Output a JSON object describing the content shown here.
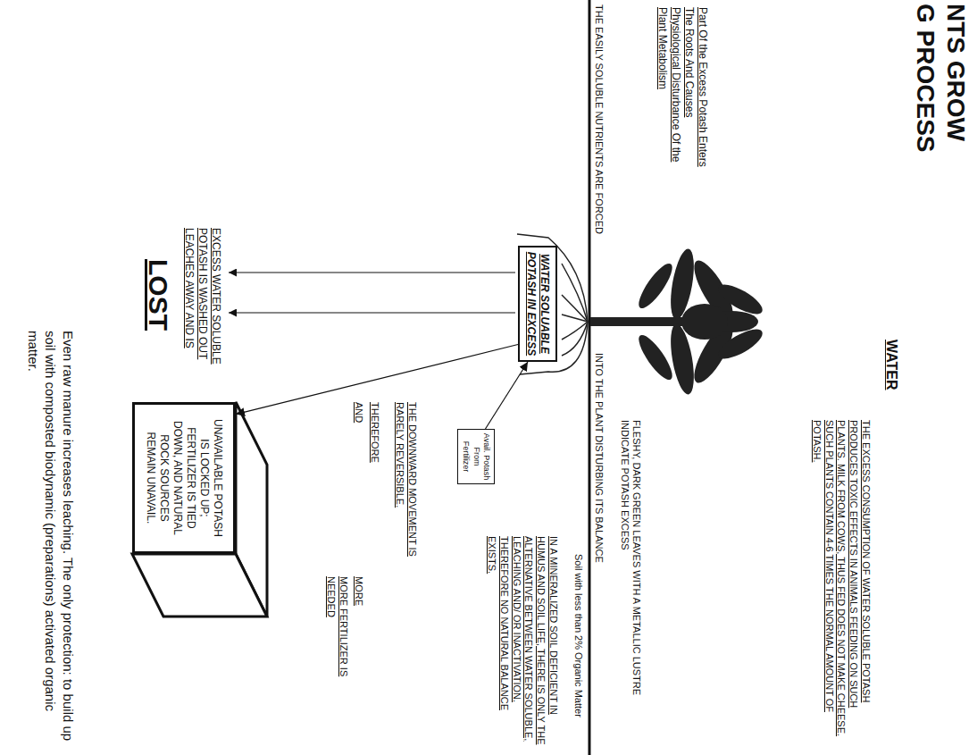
{
  "diagram": {
    "caption": "Even raw manure increases leaching. The only protection: to build up soil with composted biodynamic (preparations) activated organic matter.",
    "nodes": [
      {
        "text": [
          "WATER SOLUABLE POTASH IN EXCESS"
        ]
      },
      {
        "text": [
          "Avail. Potash From Fertilizer"
        ]
      },
      {
        "text": [
          "UNAVAILABLE POTASH IS LOCKED UP; FERTILIZER IS TIED DOWN, AND NATURAL ROCK SOURCES REMAIN UNAVAIL."
        ]
      }
    ],
    "edges": [
      {
        "from": 1,
        "to": 0,
        "arrow": "to"
      },
      {
        "from": 0,
        "to": 2,
        "arrow": "to"
      }
    ],
    "labels": [
      "NTS GROW",
      "G PROCESS",
      "WATER",
      "THE EXCESS CONSUMPTION OF WATER SOLUBLE POTASH PRODUCES TOXIC EFFECTS IN ANIMALS FEEDING ON SUCH PLANTS. MILK FROM COWS, THUS FED DOES NOT MAKE CHEESE. SUCH PLANTS CONTAIN 4-6 TIMES THE NORMAL AMOUNT OF POTASH.",
      "Part Of the Excess Potash Enters The Roots And Causes Physiological Disturbance Of the Plant Metabolism",
      "FLESHY, DARK GREEN LEAVES WITH A METALLIC LUSTRE INDICATE POTASH EXCESS",
      "THE EASILY SOLUBLE NUTRIENTS ARE FORCED",
      "INTO THE PLANT DISTURBING ITS BALANCE",
      "Soil with less than 2% Organic Matter",
      "IN A MINERALIZED SOIL DEFICIENT IN HUMUS AND SOIL LIFE, THERE IS ONLY THE ALTERNATIVE BETWEEN WATER SOLUBLE, LEACHING AND/ OR INACTIVATION. THEREFORE NO NATURAL BALANCE EXISTS.",
      "THE DOWNWARD MOVEMENT IS RARELY REVERSIBLE.",
      "THEREFORE",
      "AND",
      "MORE",
      "MORE FERTILIZER IS NEEDED",
      "EXCESS WATER SOLUBLE POTASH IS WASHED OUT LEACHES AWAY AND IS",
      "LOST"
    ]
  }
}
